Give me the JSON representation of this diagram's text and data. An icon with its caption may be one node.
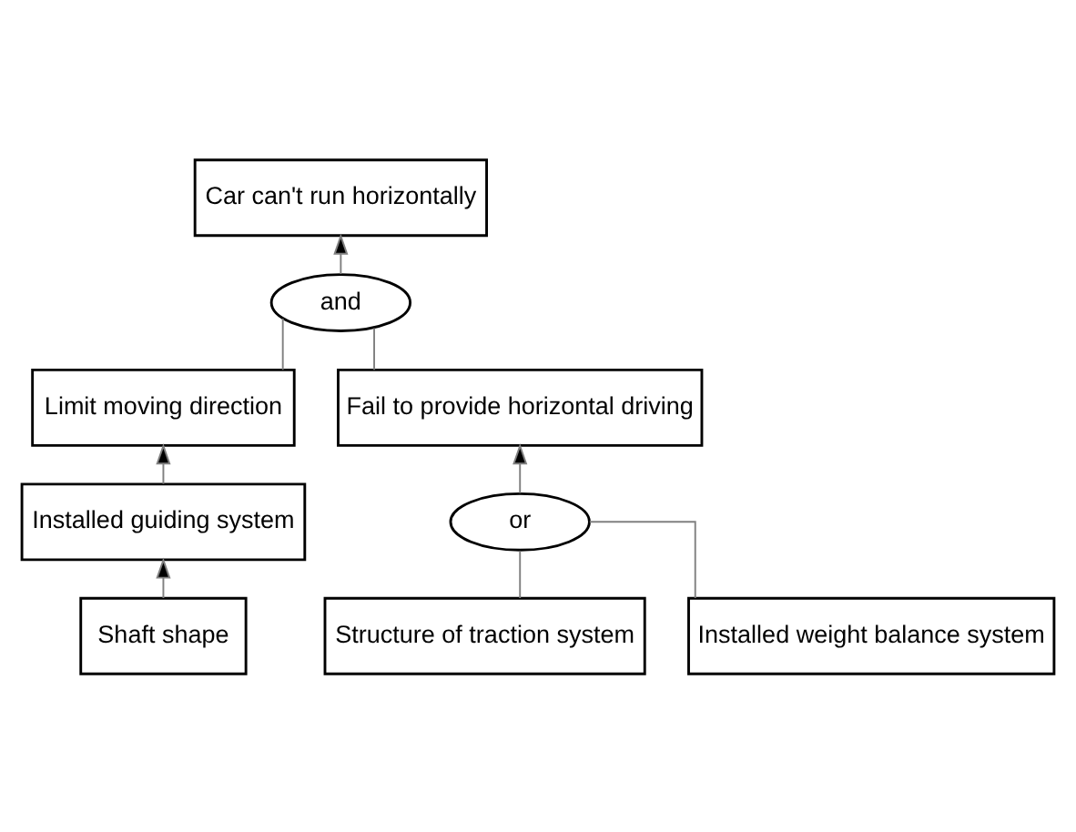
{
  "diagram": {
    "nodes": [
      {
        "text": [
          "Car can't run horizontally"
        ]
      },
      {
        "text": [
          "and"
        ]
      },
      {
        "text": [
          "Limit moving direction"
        ]
      },
      {
        "text": [
          "Fail to provide horizontal driving"
        ]
      },
      {
        "text": [
          "Installed guiding system"
        ]
      },
      {
        "text": [
          "or"
        ]
      },
      {
        "text": [
          "Shaft shape"
        ]
      },
      {
        "text": [
          "Structure of traction system"
        ]
      },
      {
        "text": [
          "Installed weight balance system"
        ]
      }
    ],
    "edges": [
      {
        "from": 1,
        "to": 0,
        "arrow": "to"
      },
      {
        "from": 2,
        "to": 1,
        "arrow": "none"
      },
      {
        "from": 3,
        "to": 1,
        "arrow": "none"
      },
      {
        "from": 4,
        "to": 2,
        "arrow": "to"
      },
      {
        "from": 6,
        "to": 4,
        "arrow": "to"
      },
      {
        "from": 5,
        "to": 3,
        "arrow": "to"
      },
      {
        "from": 7,
        "to": 5,
        "arrow": "none"
      },
      {
        "from": 8,
        "to": 5,
        "arrow": "none"
      }
    ]
  }
}
